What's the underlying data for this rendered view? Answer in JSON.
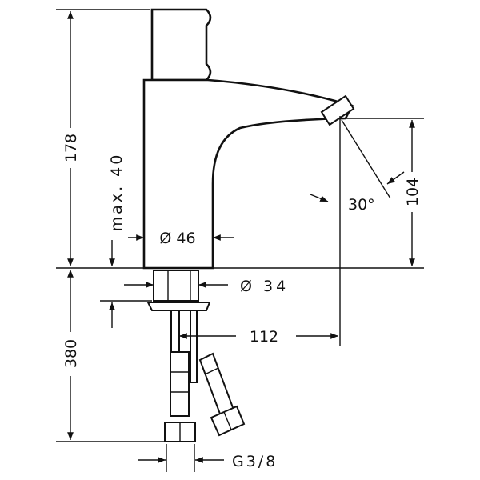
{
  "drawing": {
    "dimensions": {
      "total_height": "178",
      "below_deck": "380",
      "max_thickness": "max. 40",
      "body_diameter": "Ø 46",
      "shank_diameter": "Ø 34",
      "projection": "112",
      "outlet_height": "104",
      "angle": "30°",
      "connection": "G3/8"
    }
  }
}
